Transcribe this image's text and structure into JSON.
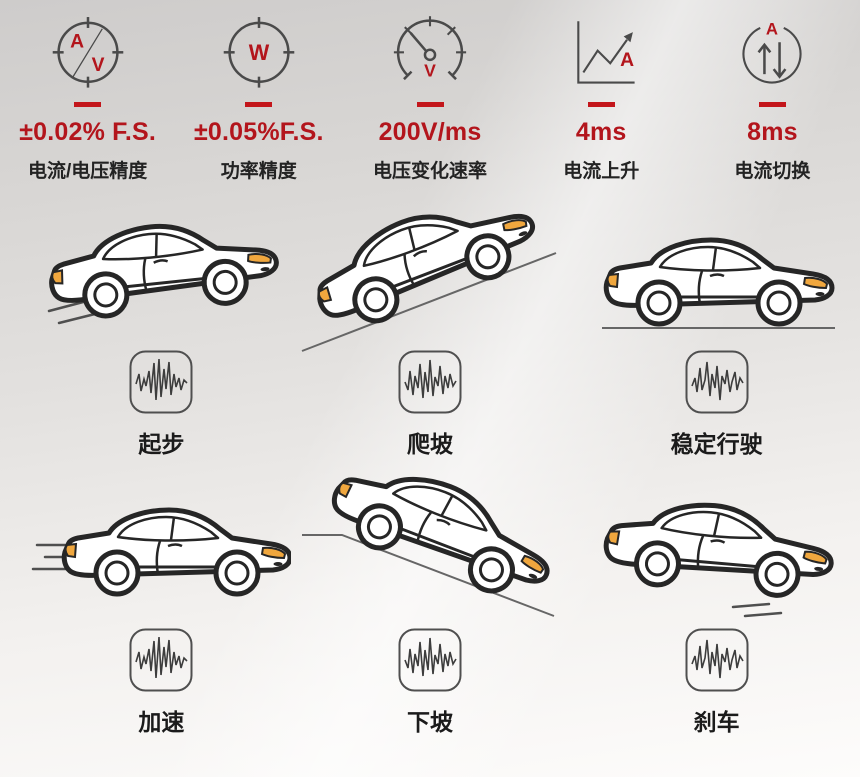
{
  "theme": {
    "accent_red": "#b3151c",
    "dash_red": "#c3161b",
    "ink": "#262626",
    "line_gray": "#4a4a4a",
    "light_amber": "#f0a73e"
  },
  "specs": [
    {
      "icon": "amp-volt-meter-icon",
      "letters": {
        "top": "A",
        "bottom": "V"
      },
      "value": "±0.02% F.S.",
      "label": "电流/电压精度"
    },
    {
      "icon": "watt-meter-icon",
      "letters": {
        "center": "W"
      },
      "value": "±0.05%F.S.",
      "label": "功率精度"
    },
    {
      "icon": "voltage-slew-gauge-icon",
      "letters": {
        "center": "V"
      },
      "value": "200V/ms",
      "label": "电压变化速率"
    },
    {
      "icon": "current-rise-chart-icon",
      "letters": {
        "center": "A"
      },
      "value": "4ms",
      "label": "电流上升"
    },
    {
      "icon": "current-switch-icon",
      "letters": {
        "top": "A"
      },
      "value": "8ms",
      "label": "电流切换"
    }
  ],
  "scenarios": [
    {
      "id": "start",
      "label": "起步"
    },
    {
      "id": "climb",
      "label": "爬坡"
    },
    {
      "id": "steady",
      "label": "稳定行驶"
    },
    {
      "id": "accelerate",
      "label": "加速"
    },
    {
      "id": "downhill",
      "label": "下坡"
    },
    {
      "id": "brake",
      "label": "刹车"
    }
  ]
}
